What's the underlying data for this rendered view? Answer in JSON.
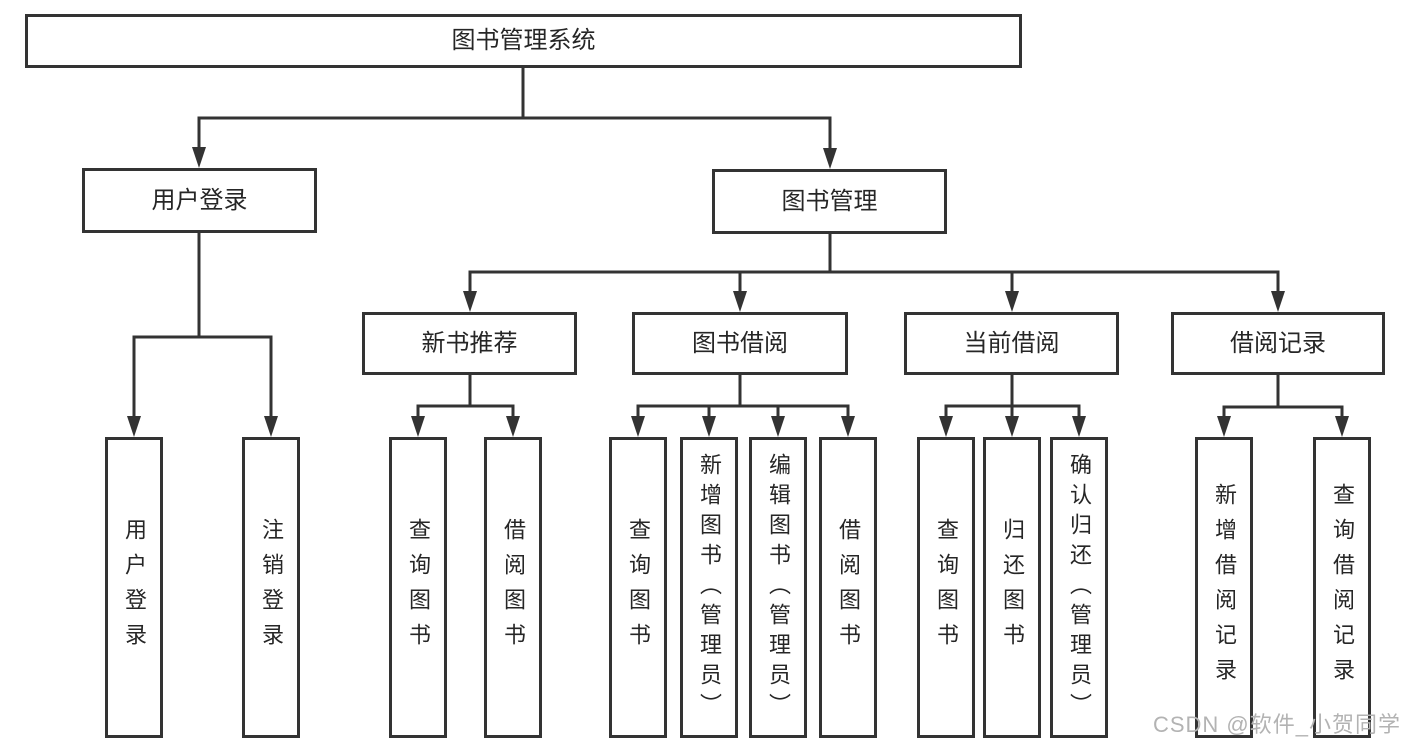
{
  "diagram": {
    "root": "图书管理系统",
    "level2": {
      "user_login": "用户登录",
      "book_management": "图书管理"
    },
    "level3": {
      "new_book_recommend": "新书推荐",
      "book_borrowing": "图书借阅",
      "current_borrowing": "当前借阅",
      "borrowing_records": "借阅记录"
    },
    "leaves": {
      "user_login": [
        "用户登录",
        "注销登录"
      ],
      "new_book_recommend": [
        "查询图书",
        "借阅图书"
      ],
      "book_borrowing": [
        "查询图书",
        "新增图书（管理员）",
        "编辑图书（管理员）",
        "借阅图书"
      ],
      "current_borrowing": [
        "查询图书",
        "归还图书",
        "确认归还（管理员）"
      ],
      "borrowing_records": [
        "新增借阅记录",
        "查询借阅记录"
      ]
    }
  },
  "watermark": "CSDN @软件_小贺同学",
  "colors": {
    "line": "#333333",
    "text": "#262626",
    "watermark": "#b3b3b3",
    "background": "#ffffff"
  }
}
